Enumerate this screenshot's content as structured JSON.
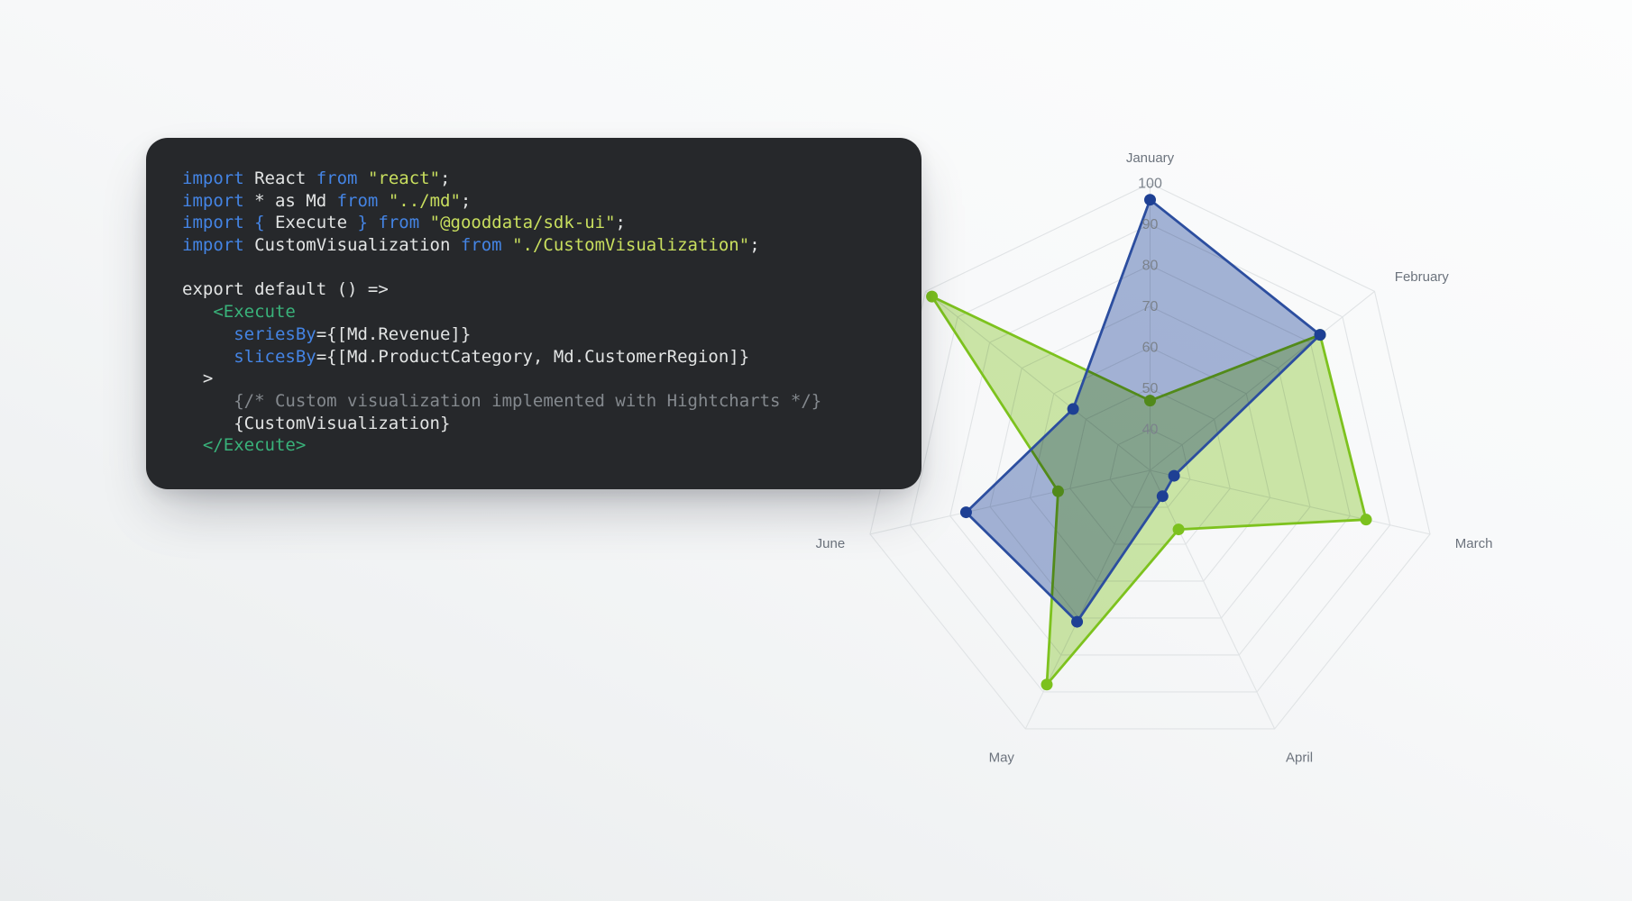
{
  "page": {
    "background_top": "#FCFDFD",
    "background_bottom": "#E9ECEE"
  },
  "code_panel": {
    "background": "#26282B",
    "corner_radius": 24,
    "token_colors": {
      "kw": "#4484E4",
      "pl": "#E2E4E4",
      "str": "#C9DF5E",
      "tag": "#39B27A",
      "cmt": "#84898E"
    },
    "lines": [
      {
        "tokens": [
          [
            "import",
            "kw"
          ],
          [
            " React ",
            "pl"
          ],
          [
            "from",
            "kw"
          ],
          [
            " ",
            "pl"
          ],
          [
            "\"react\"",
            "str"
          ],
          [
            ";",
            "pl"
          ]
        ]
      },
      {
        "tokens": [
          [
            "import",
            "kw"
          ],
          [
            " * as Md ",
            "pl"
          ],
          [
            "from",
            "kw"
          ],
          [
            " ",
            "pl"
          ],
          [
            "\"../md\"",
            "str"
          ],
          [
            ";",
            "pl"
          ]
        ]
      },
      {
        "tokens": [
          [
            "import",
            "kw"
          ],
          [
            " ",
            "pl"
          ],
          [
            "{",
            "kw"
          ],
          [
            " Execute ",
            "pl"
          ],
          [
            "}",
            "kw"
          ],
          [
            " ",
            "pl"
          ],
          [
            "from",
            "kw"
          ],
          [
            " ",
            "pl"
          ],
          [
            "\"@gooddata/sdk-ui\"",
            "str"
          ],
          [
            ";",
            "pl"
          ]
        ]
      },
      {
        "tokens": [
          [
            "import",
            "kw"
          ],
          [
            " CustomVisualization ",
            "pl"
          ],
          [
            "from",
            "kw"
          ],
          [
            " ",
            "pl"
          ],
          [
            "\"./CustomVisualization\"",
            "str"
          ],
          [
            ";",
            "pl"
          ]
        ]
      },
      {
        "tokens": []
      },
      {
        "tokens": [
          [
            "export default () =>",
            "pl"
          ]
        ]
      },
      {
        "tokens": [
          [
            "   ",
            "pl"
          ],
          [
            "<Execute",
            "tag"
          ]
        ]
      },
      {
        "tokens": [
          [
            "     ",
            "pl"
          ],
          [
            "seriesBy",
            "kw"
          ],
          [
            "={[Md.Revenue]}",
            "pl"
          ]
        ]
      },
      {
        "tokens": [
          [
            "     ",
            "pl"
          ],
          [
            "slicesBy",
            "kw"
          ],
          [
            "={[Md.ProductCategory, Md.CustomerRegion]}",
            "pl"
          ]
        ]
      },
      {
        "tokens": [
          [
            "  >",
            "pl"
          ]
        ]
      },
      {
        "tokens": [
          [
            "     {/* Custom visualization implemented with Hightcharts */}",
            "cmt"
          ]
        ]
      },
      {
        "tokens": [
          [
            "     {CustomVisualization}",
            "pl"
          ]
        ]
      },
      {
        "tokens": [
          [
            "  ",
            "pl"
          ],
          [
            "</Execute>",
            "tag"
          ]
        ]
      }
    ]
  },
  "chart_data": {
    "type": "radar",
    "title": "",
    "categories": [
      "January",
      "February",
      "March",
      "April",
      "May",
      "June",
      ""
    ],
    "series": [
      {
        "id": "green",
        "color": "#7DC21E",
        "marker_color": "#7CC11E",
        "fill_opacity": 0.38,
        "values": [
          47,
          83,
          84,
          46,
          88,
          53,
          98
        ]
      },
      {
        "id": "blue",
        "color": "#2C4E9F",
        "marker_color": "#1E4094",
        "fill_opacity": 0.42,
        "values": [
          96,
          83,
          36,
          37,
          71,
          76,
          54
        ]
      }
    ],
    "axis": {
      "min": 30,
      "max": 100,
      "tick_interval": 10,
      "tick_labels": [
        40,
        50,
        60,
        70,
        80,
        90,
        100
      ]
    },
    "grid": {
      "shape": "polygon",
      "on": true,
      "color": "#E0E3E5"
    },
    "legend": {
      "position": "none"
    },
    "labels": {
      "category_color": "#6C737D",
      "category_font_size": 15,
      "tick_color": "#7B828B",
      "tick_font_size": 16
    },
    "layout": {
      "center_x": 1275.5,
      "center_y": 522,
      "radius": 318.5,
      "label_offset": 28.5,
      "start_angle_deg": 90,
      "marker_radius": 6.5,
      "line_width": 2.8
    }
  }
}
